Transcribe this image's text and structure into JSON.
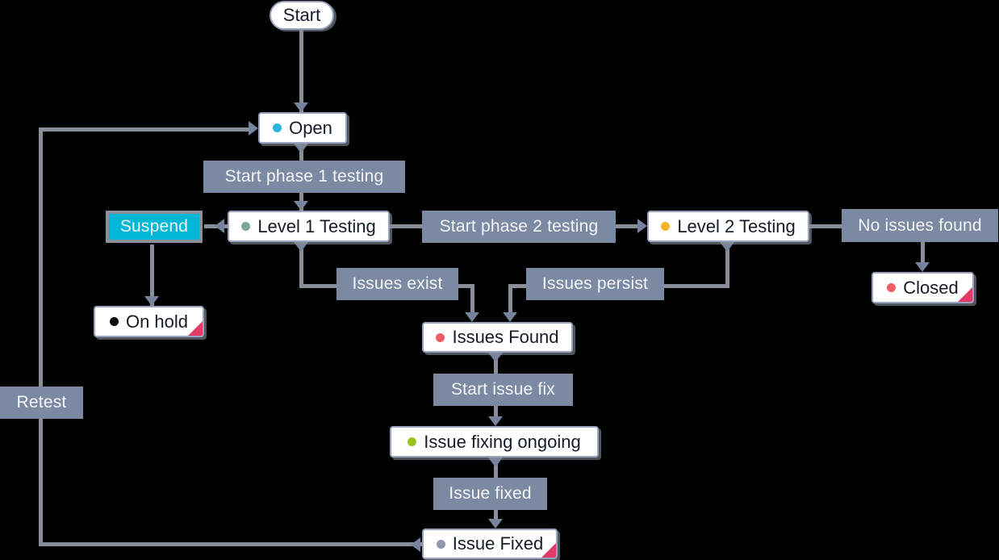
{
  "diagram": {
    "title_hint": "Issue workflow diagram",
    "colors": {
      "background": "#000000",
      "line": "#8a8e98",
      "arrow": "#77839c",
      "label_bg": "#7b89a2",
      "label_text": "#f3f5f8",
      "node_bg": "#ffffff",
      "node_border": "#98a3c0",
      "node_text": "#151c28",
      "suspend_bg": "#00b8d5",
      "final_marker": "#e13c68",
      "dot_open": "#2ab5d8",
      "dot_level1": "#7ca6a0",
      "dot_level2": "#f5b52a",
      "dot_onhold": "#0b0b0b",
      "dot_closed": "#ef5e62",
      "dot_issues_found": "#ef5e62",
      "dot_issue_fixing": "#9ac21d",
      "dot_issue_fixed": "#9097a8"
    },
    "nodes": {
      "start": {
        "label": "Start"
      },
      "open": {
        "label": "Open"
      },
      "level1": {
        "label": "Level 1 Testing"
      },
      "level2": {
        "label": "Level 2 Testing"
      },
      "onhold": {
        "label": "On hold",
        "final": true
      },
      "closed": {
        "label": "Closed",
        "final": true
      },
      "issues_found": {
        "label": "Issues Found"
      },
      "issue_fixing": {
        "label": "Issue fixing ongoing"
      },
      "issue_fixed": {
        "label": "Issue Fixed",
        "final": true
      }
    },
    "transitions": {
      "start_phase1": {
        "label": "Start phase 1 testing",
        "from": "Open",
        "to": "Level 1 Testing"
      },
      "suspend": {
        "label": "Suspend",
        "from": "Level 1 Testing",
        "to": "On hold"
      },
      "start_phase2": {
        "label": "Start phase 2 testing",
        "from": "Level 1 Testing",
        "to": "Level 2 Testing"
      },
      "no_issues": {
        "label": "No issues found",
        "from": "Level 2 Testing",
        "to": "Closed"
      },
      "issues_exist": {
        "label": "Issues exist",
        "from": "Level 1 Testing",
        "to": "Issues Found"
      },
      "issues_persist": {
        "label": "Issues persist",
        "from": "Level 2 Testing",
        "to": "Issues Found"
      },
      "start_issue_fix": {
        "label": "Start issue fix",
        "from": "Issues Found",
        "to": "Issue fixing ongoing"
      },
      "issue_fixed_t": {
        "label": "Issue fixed",
        "from": "Issue fixing ongoing",
        "to": "Issue Fixed"
      },
      "retest": {
        "label": "Retest",
        "from": "Issue Fixed",
        "to": "Open"
      }
    }
  }
}
